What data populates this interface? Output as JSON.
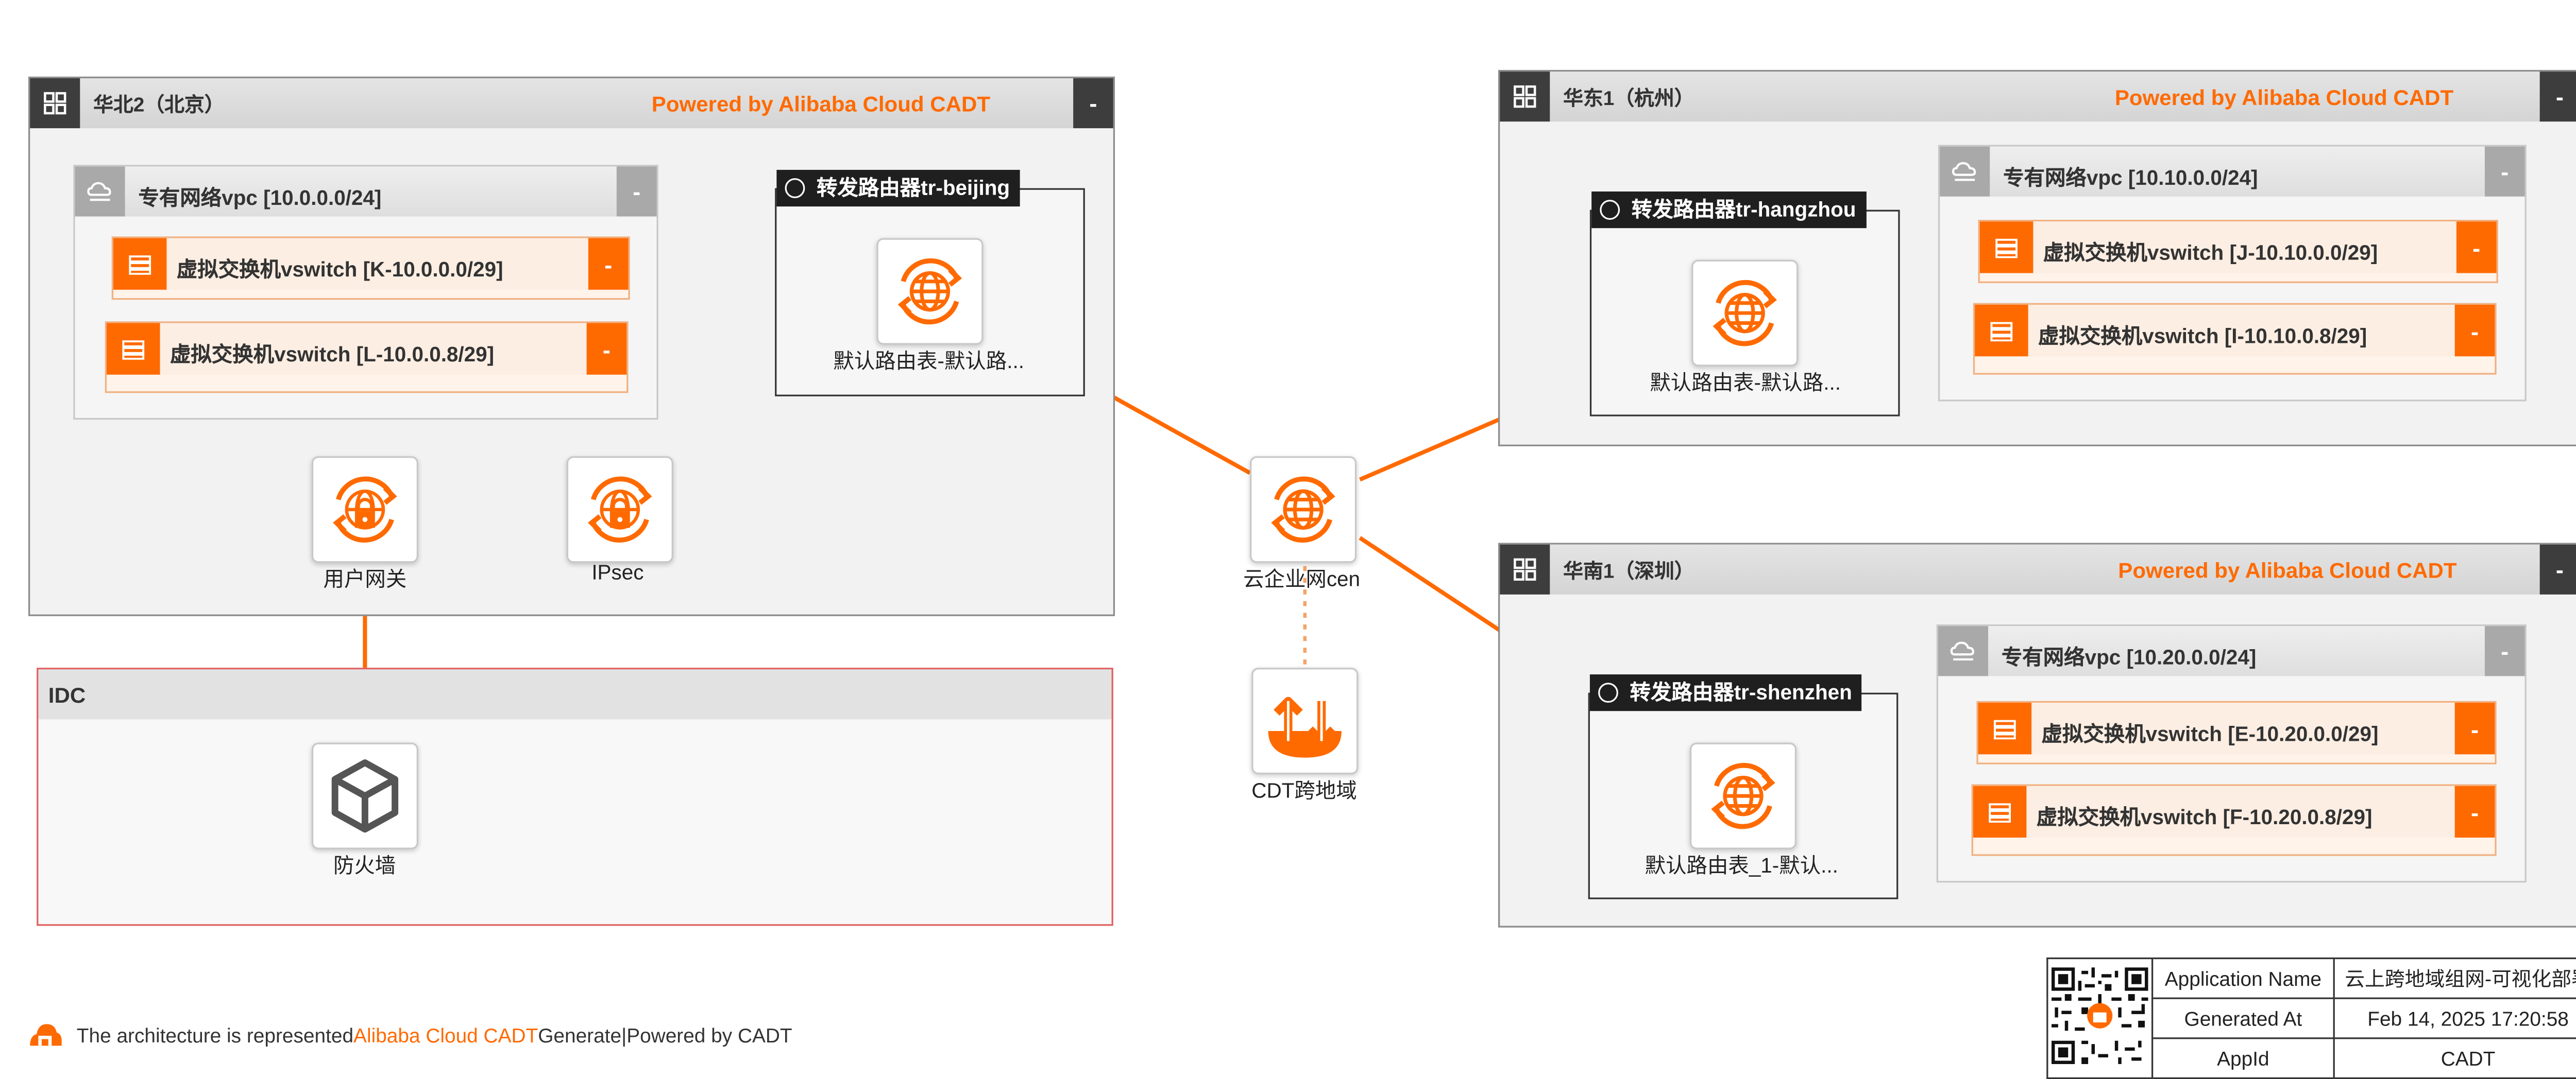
{
  "colors": {
    "accent": "#ff6a00",
    "dark": "#3d3d3d",
    "idc_border": "#e06060"
  },
  "regions": [
    {
      "title": "华北2（北京）",
      "powered": "Powered by Alibaba Cloud CADT",
      "collapse": "-"
    },
    {
      "title": "华东1（杭州）",
      "powered": "Powered by Alibaba Cloud CADT",
      "collapse": "-"
    },
    {
      "title": "华南1（深圳）",
      "powered": "Powered by Alibaba Cloud CADT",
      "collapse": "-"
    }
  ],
  "vpcs": [
    {
      "title": "专有网络vpc [10.0.0.0/24]",
      "collapse": "-"
    },
    {
      "title": "专有网络vpc [10.10.0.0/24]",
      "collapse": "-"
    },
    {
      "title": "专有网络vpc [10.20.0.0/24]",
      "collapse": "-"
    }
  ],
  "vswitches": [
    {
      "title": "虚拟交换机vswitch [K-10.0.0.0/29]",
      "collapse": "-"
    },
    {
      "title": "虚拟交换机vswitch [L-10.0.0.8/29]",
      "collapse": "-"
    },
    {
      "title": "虚拟交换机vswitch [J-10.10.0.0/29]",
      "collapse": "-"
    },
    {
      "title": "虚拟交换机vswitch [I-10.10.0.8/29]",
      "collapse": "-"
    },
    {
      "title": "虚拟交换机vswitch [E-10.20.0.0/29]",
      "collapse": "-"
    },
    {
      "title": "虚拟交换机vswitch [F-10.20.0.8/29]",
      "collapse": "-"
    }
  ],
  "routers": [
    {
      "title": "转发路由器tr-beijing",
      "table": "默认路由表-默认路..."
    },
    {
      "title": "转发路由器tr-hangzhou",
      "table": "默认路由表-默认路..."
    },
    {
      "title": "转发路由器tr-shenzhen",
      "table": "默认路由表_1-默认..."
    }
  ],
  "nodes": {
    "user_gateway": "用户网关",
    "ipsec": "IPsec",
    "cen": "云企业网cen",
    "cdt": "CDT跨地域",
    "firewall": "防火墙"
  },
  "idc": {
    "title": "IDC"
  },
  "meta_table": {
    "rows": [
      {
        "label": "Application Name",
        "value": "云上跨地域组网-可视化部署"
      },
      {
        "label": "Generated At",
        "value": "Feb 14, 2025 17:20:58"
      },
      {
        "label": "AppId",
        "value": "CADT"
      }
    ]
  },
  "footer": {
    "prefix": "The architecture is represented",
    "brand": "Alibaba Cloud CADT",
    "suffix": "Generate",
    "separator": "|",
    "powered": "Powered by CADT"
  }
}
